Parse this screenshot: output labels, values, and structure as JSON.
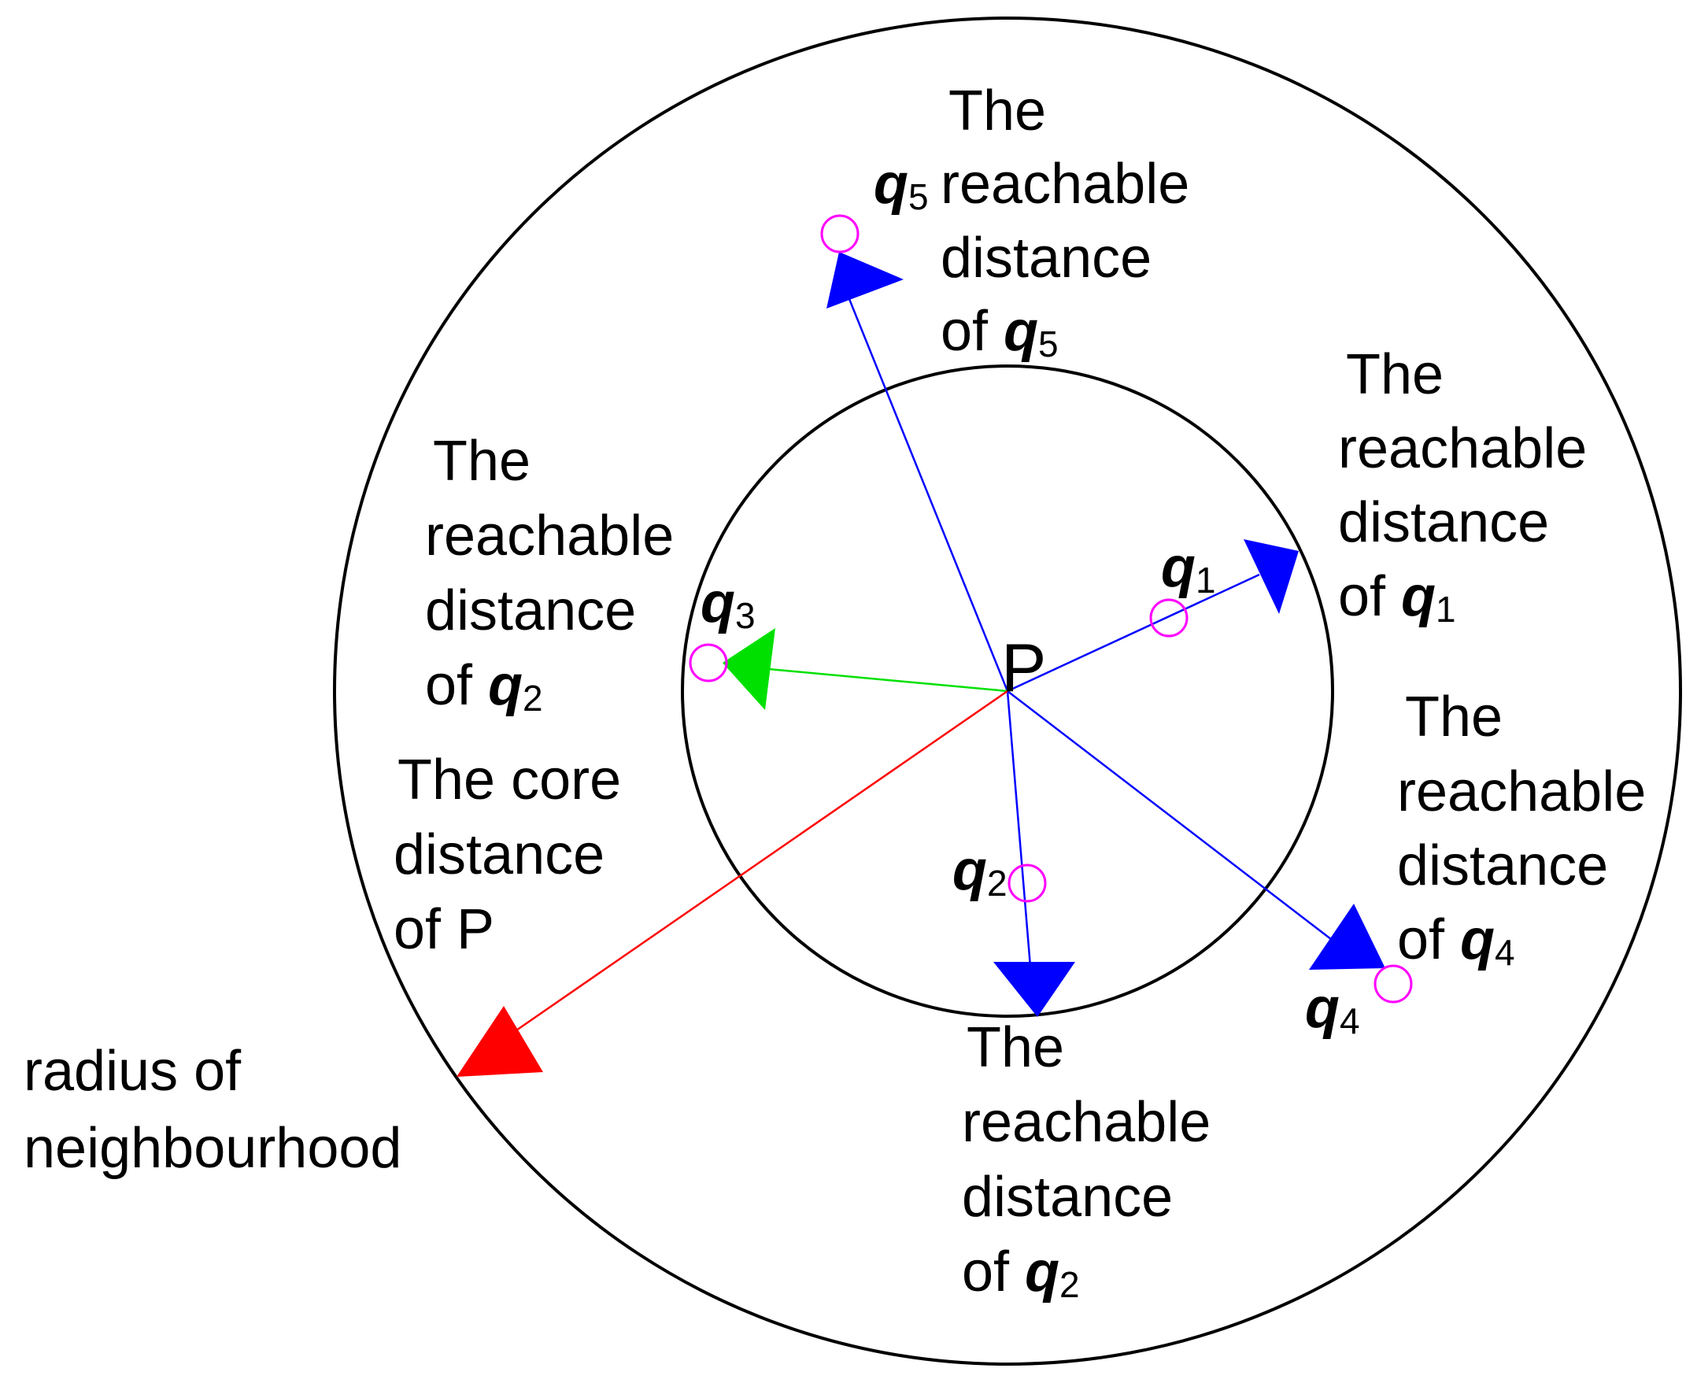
{
  "diagram": {
    "center_label": "P",
    "colors": {
      "outline": "#000000",
      "reachable_arrow": "#0000ff",
      "core_arrow": "#00e000",
      "radius_arrow": "#ff0000",
      "point_marker": "#ff00ff"
    },
    "points": [
      {
        "var": "q",
        "sub": "1"
      },
      {
        "var": "q",
        "sub": "2"
      },
      {
        "var": "q",
        "sub": "3"
      },
      {
        "var": "q",
        "sub": "4"
      },
      {
        "var": "q",
        "sub": "5"
      }
    ],
    "labels": {
      "q5": {
        "line1": "The",
        "line2": "reachable",
        "line3": "distance",
        "line4_prefix": "of",
        "var": "q",
        "sub": "5"
      },
      "q1": {
        "line1": "The",
        "line2": "reachable",
        "line3": "distance",
        "line4_prefix": "of",
        "var": "q",
        "sub": "1"
      },
      "q3side": {
        "line1": "The",
        "line2": "reachable",
        "line3": "distance",
        "line4_prefix": "of",
        "var": "q",
        "sub": "2"
      },
      "core": {
        "line1": "The core",
        "line2": "distance",
        "line3": "of P"
      },
      "q4": {
        "line1": "The",
        "line2": "reachable",
        "line3": "distance",
        "line4_prefix": "of",
        "var": "q",
        "sub": "4"
      },
      "q2": {
        "line1": "The",
        "line2": "reachable",
        "line3": "distance",
        "line4_prefix": "of",
        "var": "q",
        "sub": "2"
      },
      "radius": {
        "line1": "radius of",
        "line2": "neighbourhood"
      }
    }
  }
}
